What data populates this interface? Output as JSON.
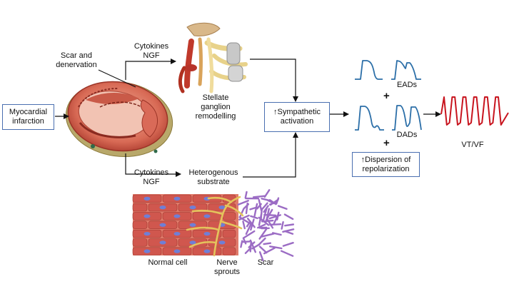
{
  "boxes": {
    "myocardial_infarction": "Myocardial\ninfarction",
    "sympathetic_activation": "↑Sympathetic\nactivation",
    "dispersion": "↑Dispersion of\nrepolarization"
  },
  "labels": {
    "scar_denervation": "Scar and\ndenervation",
    "cytokines_top": "Cytokines\nNGF",
    "cytokines_bottom": "Cytokines\nNGF",
    "stellate": "Stellate\nganglion\nremodelling",
    "heterogenous": "Heterogenous\nsubstrate",
    "eads": "EADs",
    "dads": "DADs",
    "plus": "+",
    "vt_vf": "VT/VF",
    "normal_cell": "Normal cell",
    "nerve_sprouts": "Nerve\nsprouts",
    "scar": "Scar"
  },
  "colors": {
    "box_border": "#4a6fb0",
    "trace_blue": "#2c6fa8",
    "trace_red": "#c8141e",
    "heart_outer": "#c9503f",
    "heart_inner": "#e48a74",
    "muscle": "#d0574e",
    "nuclei": "#6f7fd6",
    "nerve": "#e4c45c",
    "scar_tissue": "#9b6cc4"
  }
}
